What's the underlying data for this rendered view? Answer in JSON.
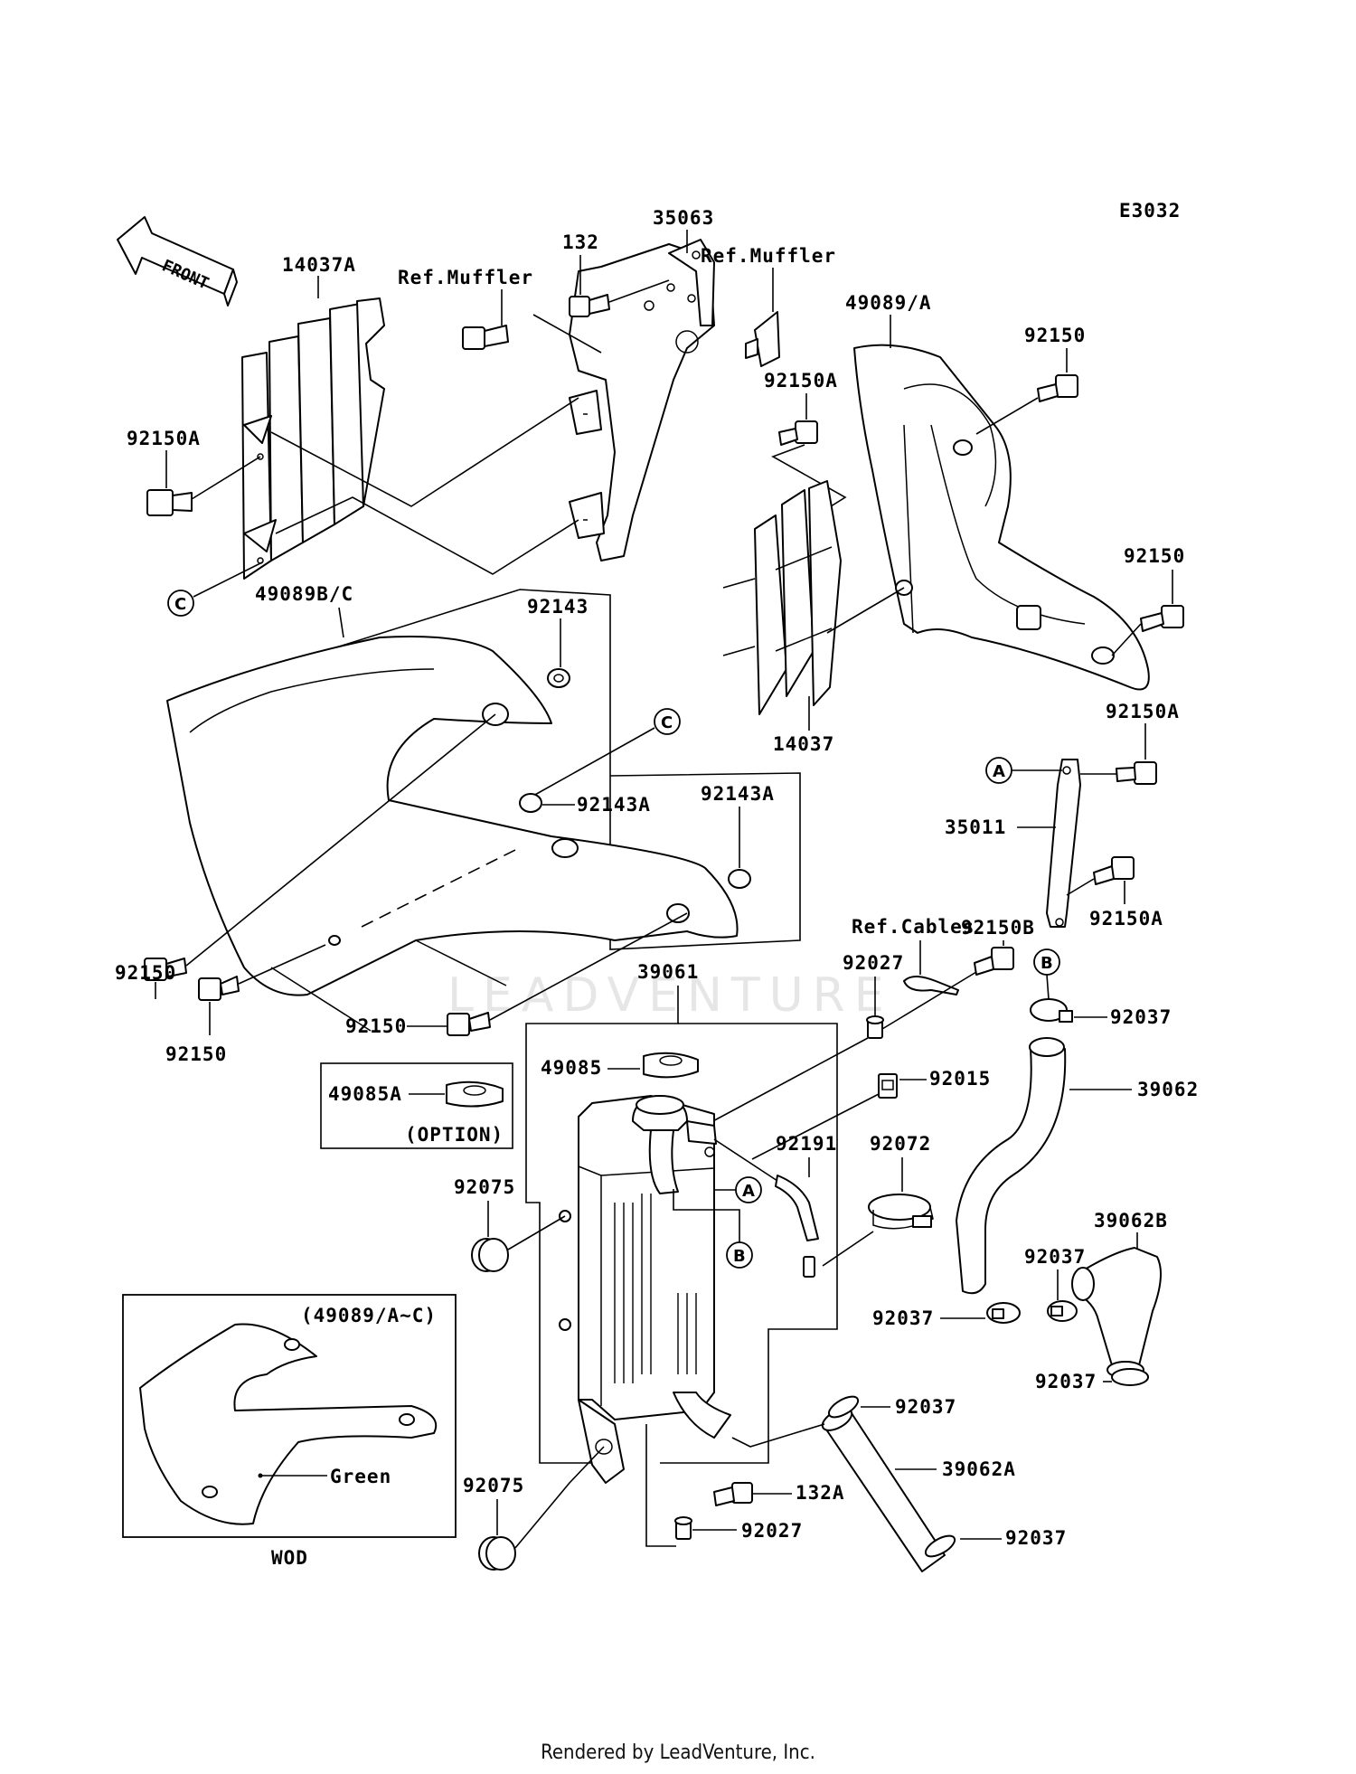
{
  "diagram_code": "E3032",
  "footer": "Rendered by LeadVenture, Inc.",
  "watermark": "LEADVENTURE",
  "front_label": "FRONT",
  "labels": {
    "p14037A": "14037A",
    "p132": "132",
    "p35063": "35063",
    "refMuffler1": "Ref.Muffler",
    "refMuffler2": "Ref.Muffler",
    "p49089A": "49089/A",
    "p92150a": "92150",
    "p92150A_left": "92150A",
    "p92150A_mid": "92150A",
    "p92150b": "92150",
    "p49089BC": "49089B/C",
    "p92143": "92143",
    "p14037": "14037",
    "p92150A_r1": "92150A",
    "p35011": "35011",
    "p92143A_1": "92143A",
    "p92143A_2": "92143A",
    "p92150A_r2": "92150A",
    "p92150_l1": "92150",
    "p92150B": "92150B",
    "refCables": "Ref.Cables",
    "p92027_top": "92027",
    "p92150_l2": "92150",
    "p39061": "39061",
    "p92037_1": "92037",
    "p92150_l3": "92150",
    "p49085": "49085",
    "p49085A": "49085A",
    "option": "(OPTION)",
    "p92015": "92015",
    "p39062": "39062",
    "p92191": "92191",
    "p92072": "92072",
    "p92075_1": "92075",
    "p39062B": "39062B",
    "p92037_2": "92037",
    "p92037_3": "92037",
    "p92037_4": "92037",
    "p92037_5": "92037",
    "p39062A": "39062A",
    "p132A": "132A",
    "p92027_bot": "92027",
    "p92075_2": "92075",
    "p92037_6": "92037",
    "inset_ref": "(49089/A~C)",
    "green": "Green",
    "wod": "WOD"
  },
  "markers": {
    "c1": "C",
    "c2": "C",
    "a1": "A",
    "a2": "A",
    "b1": "B",
    "b2": "B"
  }
}
